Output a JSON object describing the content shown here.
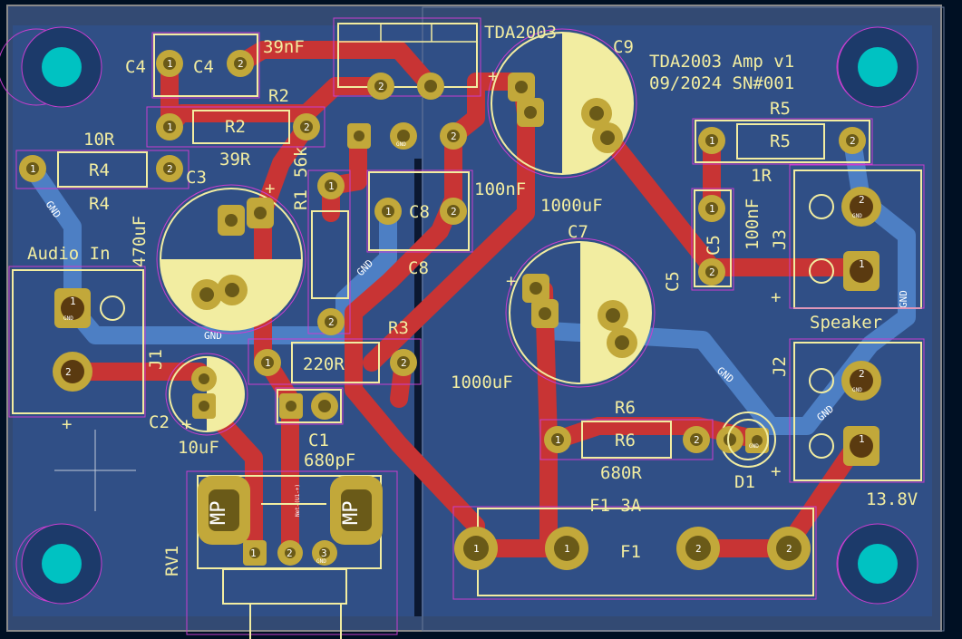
{
  "colors": {
    "background": "#001023",
    "board": "#334a73",
    "copper_front": "#c83434",
    "copper_back": "#4d7fc4",
    "silkscreen": "#f2eda1",
    "pad": "#c2a83a",
    "via_hole": "#00c2c2",
    "courtyard": "#c93ecf",
    "edge_cuts": "#8a8a8a"
  },
  "title": {
    "line1": "TDA2003 Amp v1",
    "line2": "09/2024 SN#001"
  },
  "components": {
    "c4": {
      "ref": "C4",
      "ref_fab": "C4",
      "value": "39nF"
    },
    "r2": {
      "ref": "R2",
      "ref_fab": "R2",
      "value": "39R"
    },
    "r4": {
      "ref": "R4",
      "ref_fab": "R4",
      "value": "10R",
      "ref_below": "R4"
    },
    "c3": {
      "ref": "C3",
      "value": "470uF"
    },
    "r1": {
      "ref": "R1",
      "value": "56k"
    },
    "u1": {
      "ref": "TDA2003"
    },
    "c8": {
      "ref": "C8",
      "ref_fab": "C8",
      "value": "100nF"
    },
    "c9": {
      "ref": "C9",
      "value": "1000uF"
    },
    "c7": {
      "ref": "C7",
      "value": "1000uF"
    },
    "r5": {
      "ref": "R5",
      "ref_fab": "R5",
      "value": "1R"
    },
    "c5": {
      "ref": "C5",
      "ref_fab": "C5",
      "value": "100nF"
    },
    "j3": {
      "ref": "J3",
      "label": "Speaker"
    },
    "j2": {
      "ref": "J2",
      "label": "13.8V"
    },
    "j1": {
      "ref": "J1",
      "label": "Audio In"
    },
    "r3": {
      "ref": "R3",
      "value": "220R"
    },
    "c2": {
      "ref": "C2",
      "value": "10uF"
    },
    "c1": {
      "ref": "C1",
      "value": "680pF"
    },
    "r6": {
      "ref": "R6",
      "ref_fab": "R6",
      "value": "680R"
    },
    "d1": {
      "ref": "D1"
    },
    "f1": {
      "ref": "F1",
      "value": "F1 3A"
    },
    "rv1": {
      "ref": "RV1",
      "mp": "MP",
      "net": "Net-(U1-+)"
    }
  },
  "pads": {
    "one": "1",
    "two": "2",
    "three": "3",
    "gnd": "GND",
    "plus": "+"
  },
  "nets": {
    "gnd": "GND"
  }
}
